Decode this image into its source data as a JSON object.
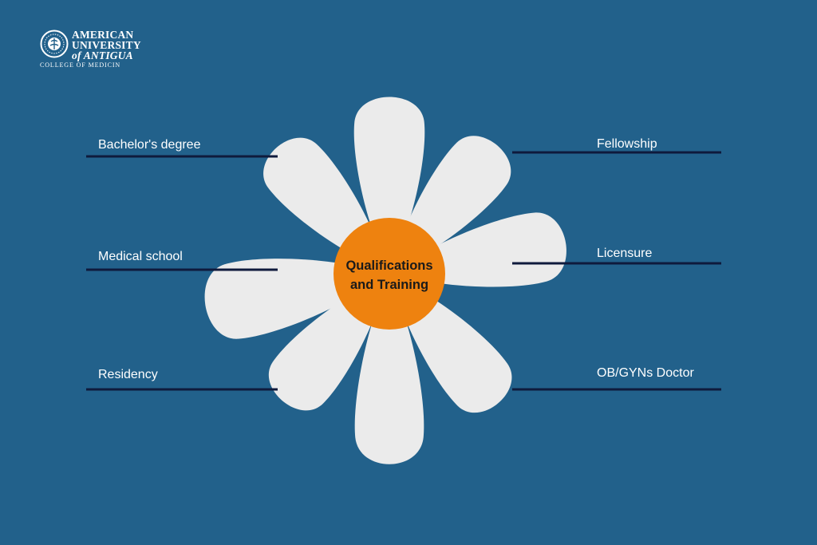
{
  "colors": {
    "background": "#22618b",
    "petal": "#ebebeb",
    "center": "#ee820f",
    "line": "#0f1a3c",
    "label": "#ffffff",
    "center_text": "#1a1a1a"
  },
  "logo": {
    "line1": "AMERICAN",
    "line2": "UNIVERSITY",
    "line3": "of ANTIGUA",
    "subtitle": "COLLEGE OF MEDICIN",
    "icon": "seal-icon"
  },
  "center": {
    "line1": "Qualifications",
    "line2": "and Training"
  },
  "labels": {
    "left": [
      "Bachelor's degree",
      "Medical school",
      "Residency"
    ],
    "right": [
      "Fellowship",
      "Licensure",
      "OB/GYNs Doctor"
    ]
  }
}
